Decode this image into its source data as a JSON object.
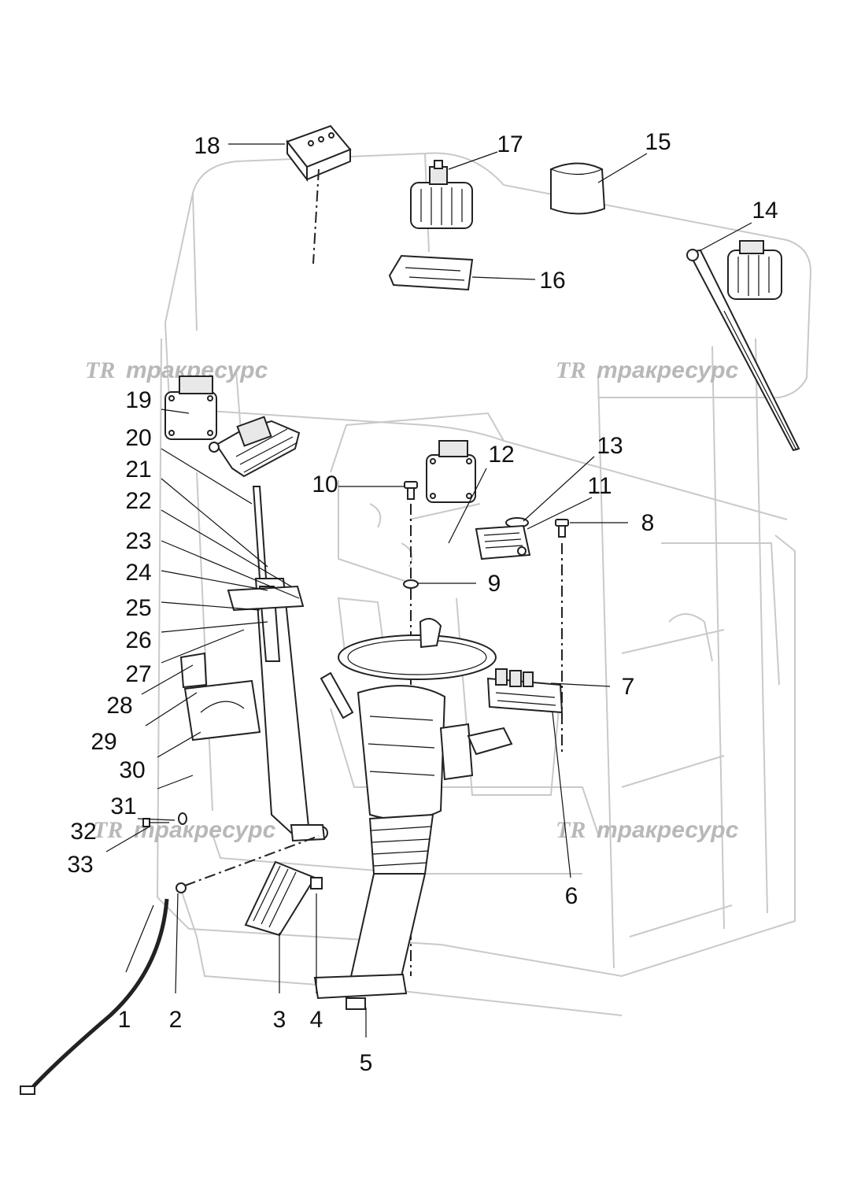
{
  "watermark": {
    "logo": "TR",
    "text": "тракресурс"
  },
  "colors": {
    "background": "#ffffff",
    "line": "#111111",
    "cab_outline": "#c9c9c9",
    "watermark": "#b8b8b8"
  },
  "callouts": [
    {
      "id": "1",
      "label": "1"
    },
    {
      "id": "2",
      "label": "2"
    },
    {
      "id": "3",
      "label": "3"
    },
    {
      "id": "4",
      "label": "4"
    },
    {
      "id": "5",
      "label": "5"
    },
    {
      "id": "6",
      "label": "6"
    },
    {
      "id": "7",
      "label": "7"
    },
    {
      "id": "8",
      "label": "8"
    },
    {
      "id": "9",
      "label": "9"
    },
    {
      "id": "10",
      "label": "10"
    },
    {
      "id": "11",
      "label": "11"
    },
    {
      "id": "12",
      "label": "12"
    },
    {
      "id": "13",
      "label": "13"
    },
    {
      "id": "14",
      "label": "14"
    },
    {
      "id": "15",
      "label": "15"
    },
    {
      "id": "16",
      "label": "16"
    },
    {
      "id": "17",
      "label": "17"
    },
    {
      "id": "18",
      "label": "18"
    },
    {
      "id": "19",
      "label": "19"
    },
    {
      "id": "20",
      "label": "20"
    },
    {
      "id": "21",
      "label": "21"
    },
    {
      "id": "22",
      "label": "22"
    },
    {
      "id": "23",
      "label": "23"
    },
    {
      "id": "24",
      "label": "24"
    },
    {
      "id": "25",
      "label": "25"
    },
    {
      "id": "26",
      "label": "26"
    },
    {
      "id": "27",
      "label": "27"
    },
    {
      "id": "28",
      "label": "28"
    },
    {
      "id": "29",
      "label": "29"
    },
    {
      "id": "30",
      "label": "30"
    },
    {
      "id": "31",
      "label": "31"
    },
    {
      "id": "32",
      "label": "32"
    },
    {
      "id": "33",
      "label": "33"
    }
  ]
}
